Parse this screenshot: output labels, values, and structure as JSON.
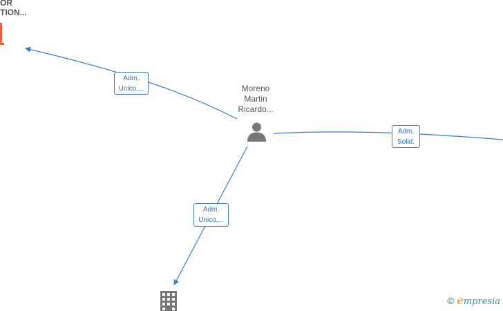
{
  "nodes": {
    "person": {
      "name_line1": "Moreno",
      "name_line2": "Martin",
      "name_line3": "Ricardo..."
    },
    "company_top_left": {
      "line1": "OR",
      "line2": "TION..."
    }
  },
  "edges": {
    "top_left": {
      "line1": "Adm.",
      "line2": "Unico,..."
    },
    "right": {
      "line1": "Adm.",
      "line2": "Solid."
    },
    "bottom": {
      "line1": "Adm.",
      "line2": "Unico,..."
    }
  },
  "colors": {
    "edge": "#3a7bd5",
    "node_icon": "#777777",
    "company_accent": "#e8613a"
  },
  "brand": {
    "copyright": "©",
    "e_letter": "e",
    "name": "mpresia"
  }
}
